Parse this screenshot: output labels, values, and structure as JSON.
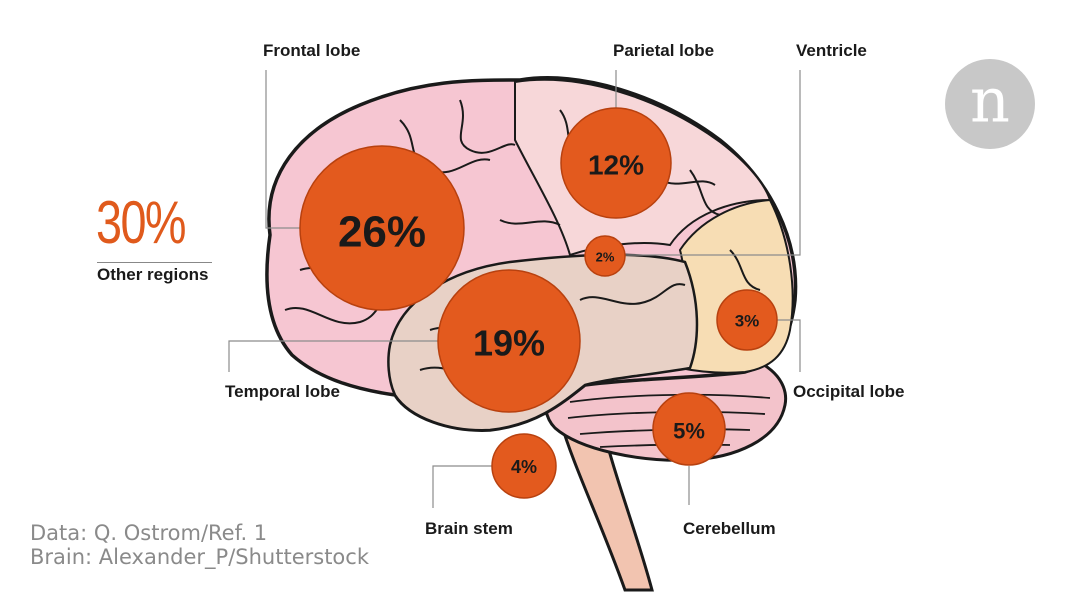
{
  "other": {
    "value": "30%",
    "label": "Other regions"
  },
  "regions": {
    "frontal": {
      "label": "Frontal lobe",
      "value": "26%",
      "pct": 26
    },
    "parietal": {
      "label": "Parietal lobe",
      "value": "12%",
      "pct": 12
    },
    "ventricle": {
      "label": "Ventricle",
      "value": "2%",
      "pct": 2
    },
    "temporal": {
      "label": "Temporal lobe",
      "value": "19%",
      "pct": 19
    },
    "occipital": {
      "label": "Occipital lobe",
      "value": "3%",
      "pct": 3
    },
    "cerebellum": {
      "label": "Cerebellum",
      "value": "5%",
      "pct": 5
    },
    "brainstem": {
      "label": "Brain stem",
      "value": "4%",
      "pct": 4
    }
  },
  "credits": {
    "data": "Data: Q. Ostrom/Ref. 1",
    "image": "Brain: Alexander_P/Shutterstock"
  },
  "logo": {
    "letter": "n"
  },
  "colors": {
    "bubble": "#e35a1e",
    "bubble_stroke": "#b8410f",
    "accent_text": "#e05a1c",
    "frontal": "#f6c6d2",
    "parietal": "#f7d7d9",
    "occipital": "#f7ddb4",
    "temporal": "#e8d1c6",
    "cerebellum": "#f3c3cb",
    "stem": "#f2c4b0",
    "leader": "#8c8c8c",
    "logo_bg": "#c8c8c8"
  }
}
